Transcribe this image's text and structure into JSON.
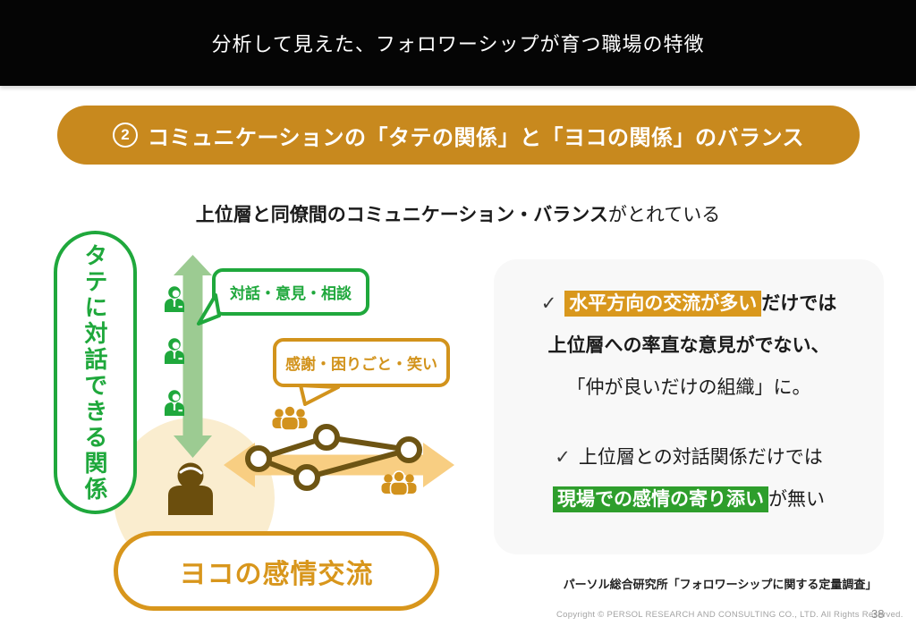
{
  "header": {
    "title": "分析して見えた、フォロワーシップが育つ職場の特徴"
  },
  "banner": {
    "number": "2",
    "title": "コミュニケーションの「タテの関係」と「ヨコの関係」のバランス"
  },
  "subtitle": {
    "emphasis": "上位層と同僚間のコミュニケーション・バランス",
    "rest": "がとれている"
  },
  "diagram": {
    "vertical_relation_label": "タテに対話できる関係",
    "dialog_bubble": "対話・意見・相談",
    "gratitude_bubble": "感謝・困りごと・笑い",
    "horizontal_relation_label": "ヨコの感情交流",
    "icons": {
      "vertical_arrow": "green double-headed vertical arrow",
      "horizontal_arrow": "orange double-headed horizontal arrow",
      "business_person": "green business-person icon (x3)",
      "team_group": "orange three-people group icon (x2)",
      "person_silhouette": "dark brown person silhouette",
      "network": "diamond network of four connected nodes"
    }
  },
  "panel": {
    "check": "✓",
    "bullet1": {
      "highlight": "水平方向の交流が多い",
      "suffix": "だけでは",
      "line2": "上位層への率直な意見がでない、",
      "line3": "「仲が良いだけの組織」に。"
    },
    "bullet2": {
      "line1": "上位層との対話関係だけでは",
      "highlight": "現場での感情の寄り添い",
      "suffix": "が無い"
    }
  },
  "footer": {
    "source": "パーソル総合研究所「フォロワーシップに関する定量調査」",
    "copyright": "Copyright © PERSOL RESEARCH AND CONSULTING CO., LTD. All Rights Reserved.",
    "page_number": "38"
  },
  "colors": {
    "accent_gold": "#C8891E",
    "highlight_gold": "#D9981D",
    "accent_green": "#1FA83C",
    "highlight_green": "#2E9E2C",
    "light_green_arrow": "#9CCB92",
    "accent_orange": "#D2931C",
    "light_orange_arrow": "#F8CE82",
    "dark_brown": "#6B4E0D",
    "cream_circle": "#FAEDCF",
    "panel_background": "#F8F8F8"
  }
}
